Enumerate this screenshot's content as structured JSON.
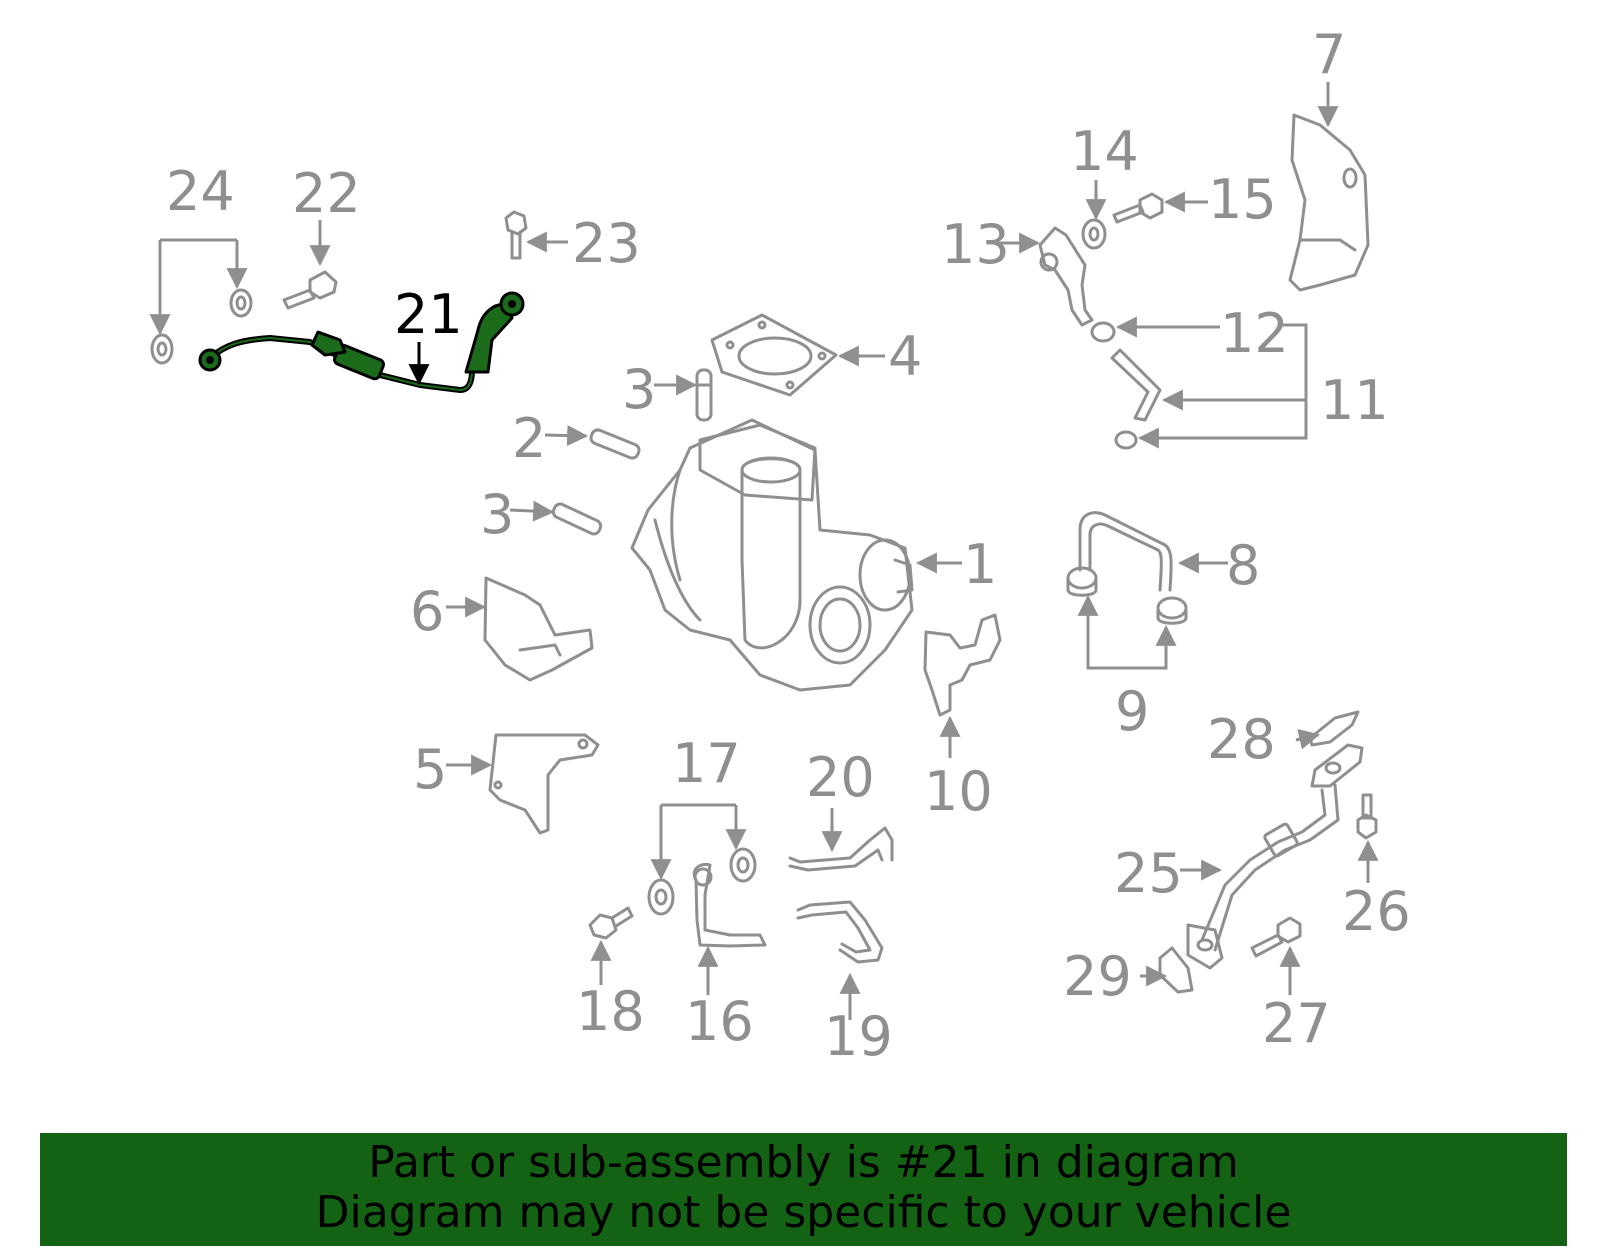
{
  "highlight_color": "#1b6b1b",
  "callout_color": "#8f8f8f",
  "callouts": {
    "c1": "1",
    "c2": "2",
    "c3a": "3",
    "c3b": "3",
    "c4": "4",
    "c5": "5",
    "c6": "6",
    "c7": "7",
    "c8": "8",
    "c9": "9",
    "c10": "10",
    "c11": "11",
    "c12": "12",
    "c13": "13",
    "c14": "14",
    "c15": "15",
    "c16": "16",
    "c17": "17",
    "c18": "18",
    "c19": "19",
    "c20": "20",
    "c21": "21",
    "c22": "22",
    "c23": "23",
    "c24": "24",
    "c25": "25",
    "c26": "26",
    "c27": "27",
    "c28": "28",
    "c29": "29"
  },
  "banner": {
    "line1": "Part or sub-assembly is #21 in diagram",
    "line2": "Diagram may not be specific to your vehicle",
    "background": "#146314"
  }
}
